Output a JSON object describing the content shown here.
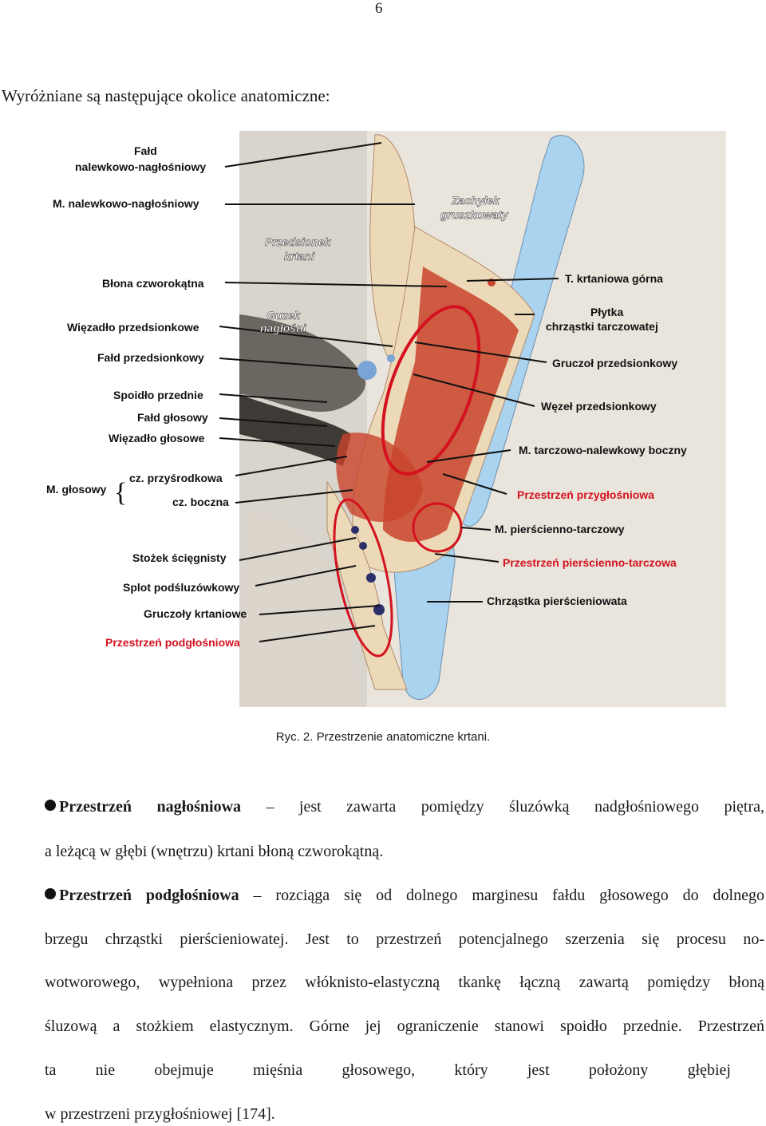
{
  "page_number": "6",
  "intro": "Wyróżniane są następujące okolice anatomiczne:",
  "figure": {
    "caption": "Ryc. 2. Przestrzenie anatomiczne krtani.",
    "labels_left": {
      "fald_nalewkowo_1": "Fałd",
      "fald_nalewkowo_2": "nalewkowo-nagłośniowy",
      "m_nalewkowo": "M. nalewkowo-nagłośniowy",
      "blona": "Błona czworokątna",
      "wiezadlo_przedsionkowe": "Więzadło przedsionkowe",
      "fald_przedsionkowy": "Fałd przedsionkowy",
      "spoidlo": "Spoidło przednie",
      "fald_glosowy": "Fałd głosowy",
      "wiezadlo_glosowe": "Więzadło głosowe",
      "m_glosowy": "M. głosowy",
      "cz_przysrodkowa": "cz. przyśrodkowa",
      "cz_boczna": "cz. boczna",
      "stozek": "Stożek ścięgnisty",
      "splot": "Splot podśluzówkowy",
      "gruczoly": "Gruczoły krtaniowe",
      "przestrzen_podglosniowa": "Przestrzeń podgłośniowa"
    },
    "labels_center": {
      "przedsionek_1": "Przedsionek",
      "przedsionek_2": "krtani",
      "guzek_1": "Guzek",
      "guzek_2": "nagłośni",
      "zachylek_1": "Zachyłek",
      "zachylek_2": "gruszkowaty"
    },
    "labels_right": {
      "t_krtaniowa": "T. krtaniowa górna",
      "plytka_1": "Płytka",
      "plytka_2": "chrząstki tarczowatej",
      "gruczol": "Gruczoł przedsionkowy",
      "wezel": "Węzeł przedsionkowy",
      "m_tarczowo": "M. tarczowo-nalewkowy boczny",
      "przestrzen_przyglosniowa": "Przestrzeń przygłośniowa",
      "m_pierscienno": "M. pierścienno-tarczowy",
      "przestrzen_pierscienno": "Przestrzeń pierścienno-tarczowa",
      "chrzastka": "Chrząstka pierścieniowata"
    },
    "colors": {
      "red_label": "#d4121f",
      "muscle": "#c9432c",
      "cartilage": "#a9d3ef",
      "tissue": "#ecd9b8"
    }
  },
  "bullet1": {
    "term": "Przestrzeń nagłośniowa",
    "line1_rest": " – jest zawarta pomiędzy śluzówką nadgłośniowego piętra,",
    "line2": "a leżącą w głębi (wnętrzu) krtani błoną czworokątną."
  },
  "bullet2": {
    "term": "Przestrzeń podgłośniowa",
    "line1_rest": " – rozciąga się od dolnego marginesu fałdu głosowego do dolnego",
    "line2": "brzegu chrząstki pierścieniowatej. Jest to przestrzeń potencjalnego szerzenia się procesu no-",
    "line3": "wotworowego, wypełniona przez włóknisto-elastyczną tkankę łączną zawartą pomiędzy błoną",
    "line4": "śluzową a stożkiem elastycznym. Górne jej ograniczenie stanowi spoidło przednie. Przestrzeń",
    "line5": "ta nie obejmuje mięśnia głosowego, który jest położony głębiej",
    "line6": "w przestrzeni przygłośniowej [174]."
  }
}
